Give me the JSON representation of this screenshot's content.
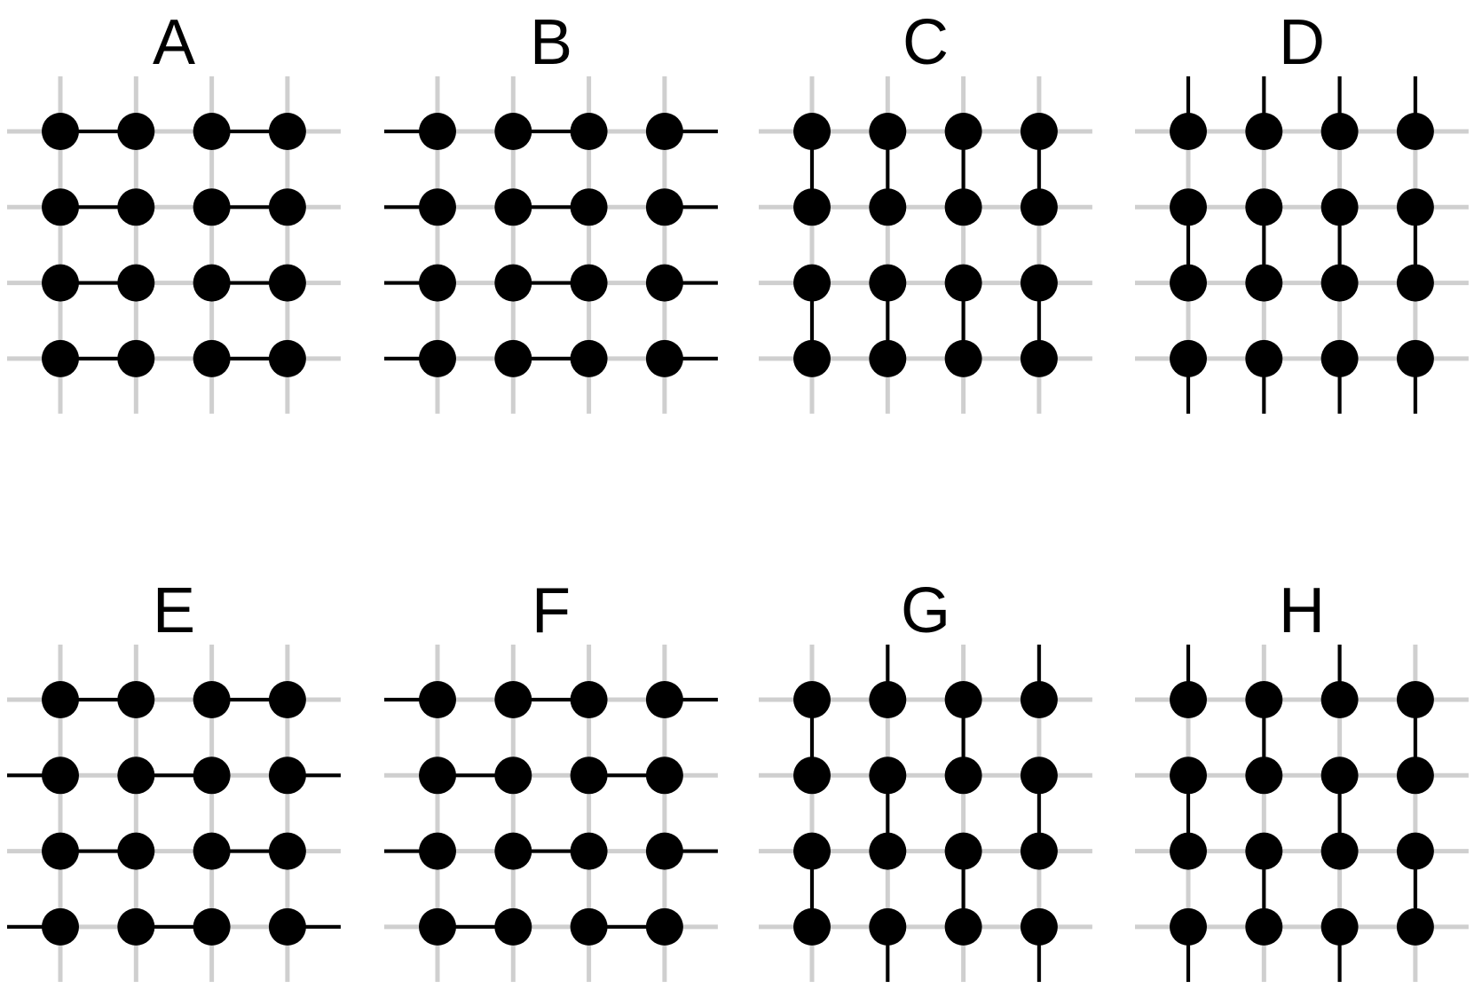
{
  "figure": {
    "grid_size": 4,
    "colors": {
      "grid_line": "#cfcfcf",
      "bond": "#000000",
      "site": "#000000",
      "background": "#ffffff"
    },
    "panels": [
      {
        "label": "A",
        "horizontal_bonds": [
          [
            "0-1",
            "2-3"
          ],
          [
            "0-1",
            "2-3"
          ],
          [
            "0-1",
            "2-3"
          ],
          [
            "0-1",
            "2-3"
          ]
        ],
        "vertical_bonds": [
          [],
          [],
          [],
          []
        ]
      },
      {
        "label": "B",
        "horizontal_bonds": [
          [
            "left-0",
            "1-2",
            "3-right"
          ],
          [
            "left-0",
            "1-2",
            "3-right"
          ],
          [
            "left-0",
            "1-2",
            "3-right"
          ],
          [
            "left-0",
            "1-2",
            "3-right"
          ]
        ],
        "vertical_bonds": [
          [],
          [],
          [],
          []
        ]
      },
      {
        "label": "C",
        "horizontal_bonds": [
          [],
          [],
          [],
          []
        ],
        "vertical_bonds": [
          [
            "0-1",
            "2-3"
          ],
          [
            "0-1",
            "2-3"
          ],
          [
            "0-1",
            "2-3"
          ],
          [
            "0-1",
            "2-3"
          ]
        ]
      },
      {
        "label": "D",
        "horizontal_bonds": [
          [],
          [],
          [],
          []
        ],
        "vertical_bonds": [
          [
            "top-0",
            "1-2",
            "3-bottom"
          ],
          [
            "top-0",
            "1-2",
            "3-bottom"
          ],
          [
            "top-0",
            "1-2",
            "3-bottom"
          ],
          [
            "top-0",
            "1-2",
            "3-bottom"
          ]
        ]
      },
      {
        "label": "E",
        "horizontal_bonds": [
          [
            "0-1",
            "2-3"
          ],
          [
            "left-0",
            "1-2",
            "3-right"
          ],
          [
            "0-1",
            "2-3"
          ],
          [
            "left-0",
            "1-2",
            "3-right"
          ]
        ],
        "vertical_bonds": [
          [],
          [],
          [],
          []
        ]
      },
      {
        "label": "F",
        "horizontal_bonds": [
          [
            "left-0",
            "1-2",
            "3-right"
          ],
          [
            "0-1",
            "2-3"
          ],
          [
            "left-0",
            "1-2",
            "3-right"
          ],
          [
            "0-1",
            "2-3"
          ]
        ],
        "vertical_bonds": [
          [],
          [],
          [],
          []
        ]
      },
      {
        "label": "G",
        "horizontal_bonds": [
          [],
          [],
          [],
          []
        ],
        "vertical_bonds": [
          [
            "0-1",
            "2-3"
          ],
          [
            "top-0",
            "1-2",
            "3-bottom"
          ],
          [
            "0-1",
            "2-3"
          ],
          [
            "top-0",
            "1-2",
            "3-bottom"
          ]
        ]
      },
      {
        "label": "H",
        "horizontal_bonds": [
          [],
          [],
          [],
          []
        ],
        "vertical_bonds": [
          [
            "top-0",
            "1-2",
            "3-bottom"
          ],
          [
            "0-1",
            "2-3"
          ],
          [
            "top-0",
            "1-2",
            "3-bottom"
          ],
          [
            "0-1",
            "2-3"
          ]
        ]
      }
    ]
  }
}
